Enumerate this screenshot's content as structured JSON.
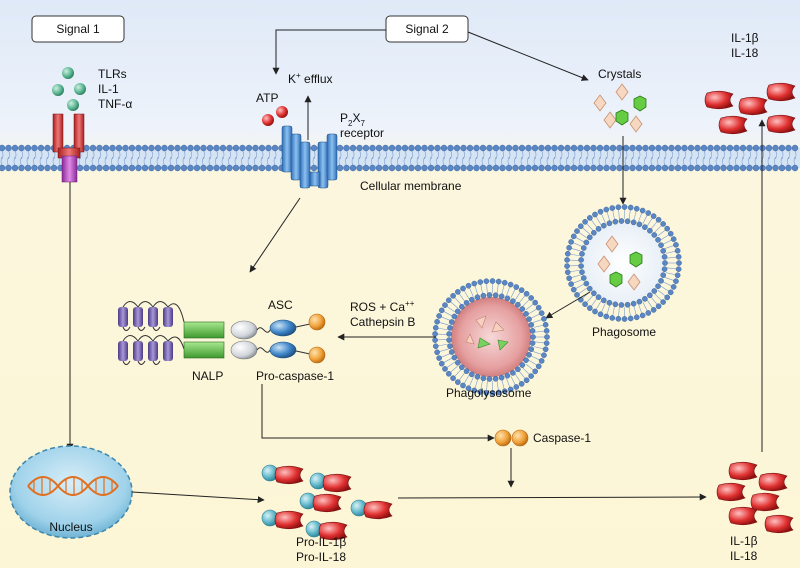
{
  "signals": {
    "signal1": "Signal 1",
    "signal2": "Signal 2"
  },
  "ligands": [
    "TLRs",
    "IL-1",
    "TNF-α"
  ],
  "membrane_label": "Cellular membrane",
  "atp": "ATP",
  "k_efflux": {
    "k": "K",
    "sup": "+",
    "rest": " efflux"
  },
  "p2x7": {
    "p": "P",
    "sub2": "2",
    "x": "X",
    "sub7": "7",
    "receptor": "receptor"
  },
  "crystals": "Crystals",
  "top_cytokines": [
    "IL-1β",
    "IL-18"
  ],
  "phagosome": "Phagosome",
  "phagolysosome": "Phagolysosome",
  "ros": {
    "prefix": "ROS + Ca",
    "sup": "++",
    "line2": "Cathepsin B"
  },
  "nalp": "NALP",
  "asc": "ASC",
  "pro_caspase": "Pro-caspase-1",
  "caspase": "Caspase-1",
  "nucleus": "Nucleus",
  "pro_il": [
    "Pro-IL-1β",
    "Pro-IL-18"
  ],
  "bottom_cytokines": [
    "IL-1β",
    "IL-18"
  ],
  "colors": {
    "membrane_head": "#5b86c4",
    "receptor_blue": "#4f8fd6",
    "tlr_red": "#e04a4a",
    "tlr_purple": "#c04ac8",
    "cytokine_red": "#d9303c",
    "teal": "#5fb6c8",
    "orange": "#f2a33a",
    "green_domain": "#5cc04a",
    "purple_domain": "#7a62b0",
    "nucleus": "#8cc8e6"
  }
}
